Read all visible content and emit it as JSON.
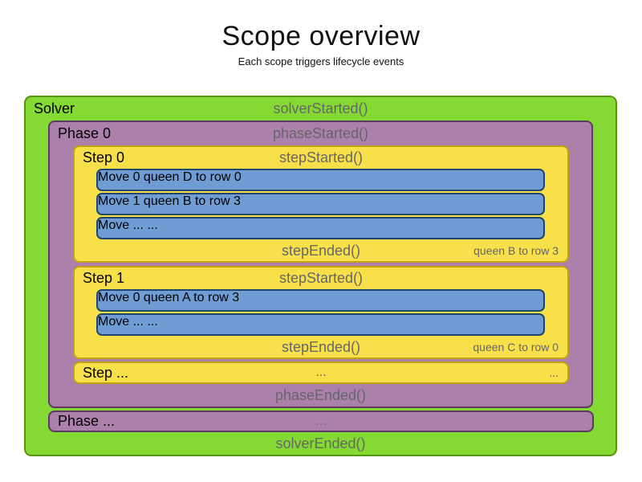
{
  "title": "Scope overview",
  "subtitle": "Each scope triggers lifecycle events",
  "colors": {
    "solver_fill": "#84d933",
    "solver_border": "#55940d",
    "phase_fill": "#ab81ac",
    "phase_border": "#5d3a64",
    "step_fill": "#f8e04b",
    "step_border": "#c2a30f",
    "move_fill": "#6f9cd3",
    "move_border": "#20456f",
    "event_text": "#666666",
    "label_text": "#000000"
  },
  "solver": {
    "label": "Solver",
    "started_event": "solverStarted()",
    "ended_event": "solverEnded()",
    "phase0": {
      "label": "Phase 0",
      "started_event": "phaseStarted()",
      "ended_event": "phaseEnded()",
      "step0": {
        "label": "Step 0",
        "started_event": "stepStarted()",
        "ended_event": "stepEnded()",
        "ended_note": "queen B to row 3",
        "moves": [
          {
            "label": "Move 0",
            "note": "queen D to row 0"
          },
          {
            "label": "Move 1",
            "note": "queen B to row 3"
          },
          {
            "label": "Move ...",
            "note": "..."
          }
        ]
      },
      "step1": {
        "label": "Step 1",
        "started_event": "stepStarted()",
        "ended_event": "stepEnded()",
        "ended_note": "queen C to row 0",
        "moves": [
          {
            "label": "Move 0",
            "note": "queen A to row 3"
          },
          {
            "label": "Move ...",
            "note": "..."
          }
        ]
      },
      "step_more": {
        "label": "Step ...",
        "center": "...",
        "right": "..."
      }
    },
    "phase_more": {
      "label": "Phase ...",
      "center": "..."
    }
  }
}
